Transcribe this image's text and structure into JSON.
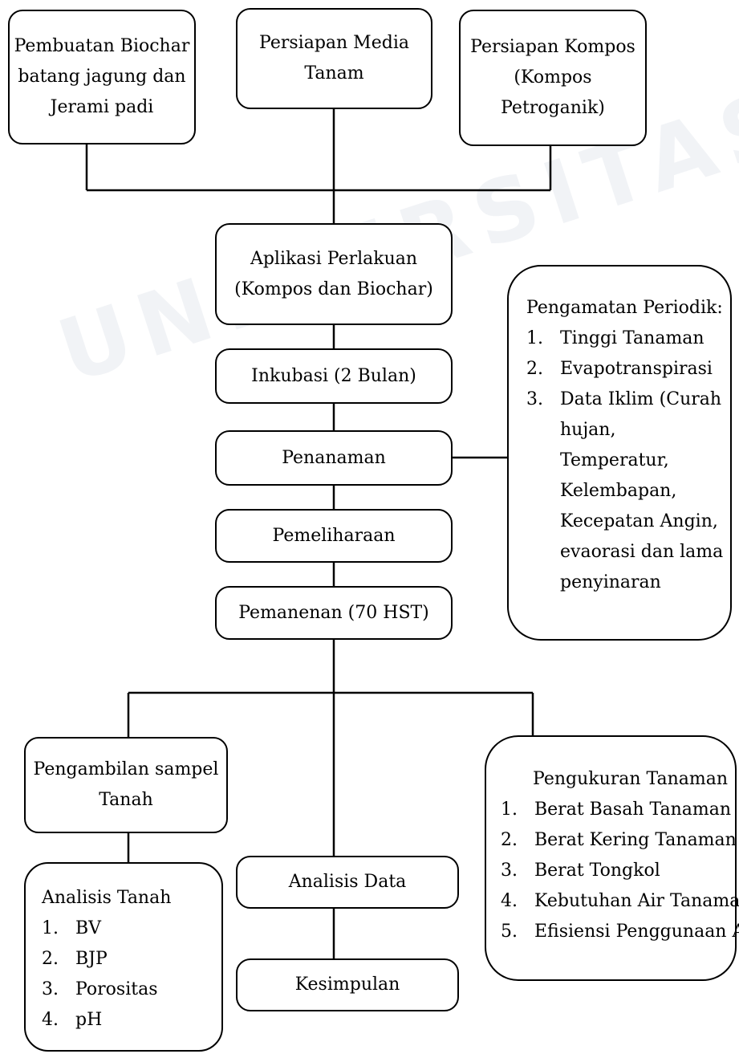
{
  "watermark": "UNIVERSITAS JEMBER",
  "boxes": {
    "biochar": [
      "Pembuatan Biochar",
      "batang jagung dan",
      "Jerami padi"
    ],
    "media": [
      "Persiapan Media",
      "Tanam"
    ],
    "kompos": [
      "Persiapan Kompos",
      "(Kompos",
      "Petroganik)"
    ],
    "aplikasi": [
      "Aplikasi Perlakuan",
      "(Kompos dan Biochar)"
    ],
    "inkubasi": "Inkubasi (2 Bulan)",
    "penanaman": "Penanaman",
    "pemeliharaan": "Pemeliharaan",
    "pemanenan": "Pemanenan (70 HST)",
    "pengambilan": [
      "Pengambilan sampel",
      "Tanah"
    ],
    "analisis_data": "Analisis Data",
    "kesimpulan": "Kesimpulan"
  },
  "pengamatan": {
    "title": "Pengamatan Periodik:",
    "items": [
      {
        "num": "1.",
        "text": "Tinggi Tanaman"
      },
      {
        "num": "2.",
        "text": "Evapotranspirasi"
      },
      {
        "num": "3.",
        "text": "Data Iklim (Curah"
      }
    ],
    "continuation": [
      "hujan,",
      "Temperatur,",
      "Kelembapan,",
      "Kecepatan Angin,",
      "evaorasi dan lama",
      "penyinaran"
    ]
  },
  "analisis_tanah": {
    "title": "Analisis Tanah",
    "items": [
      {
        "num": "1.",
        "text": "BV"
      },
      {
        "num": "2.",
        "text": "BJP"
      },
      {
        "num": "3.",
        "text": "Porositas"
      },
      {
        "num": "4.",
        "text": "pH"
      }
    ]
  },
  "pengukuran": {
    "title": "Pengukuran Tanaman",
    "items": [
      {
        "num": "1.",
        "text": "Berat Basah Tanaman"
      },
      {
        "num": "2.",
        "text": "Berat Kering Tanaman"
      },
      {
        "num": "3.",
        "text": "Berat Tongkol"
      },
      {
        "num": "4.",
        "text": "Kebutuhan Air Tanaman"
      },
      {
        "num": "5.",
        "text": "Efisiensi Penggunaan Air"
      }
    ]
  }
}
